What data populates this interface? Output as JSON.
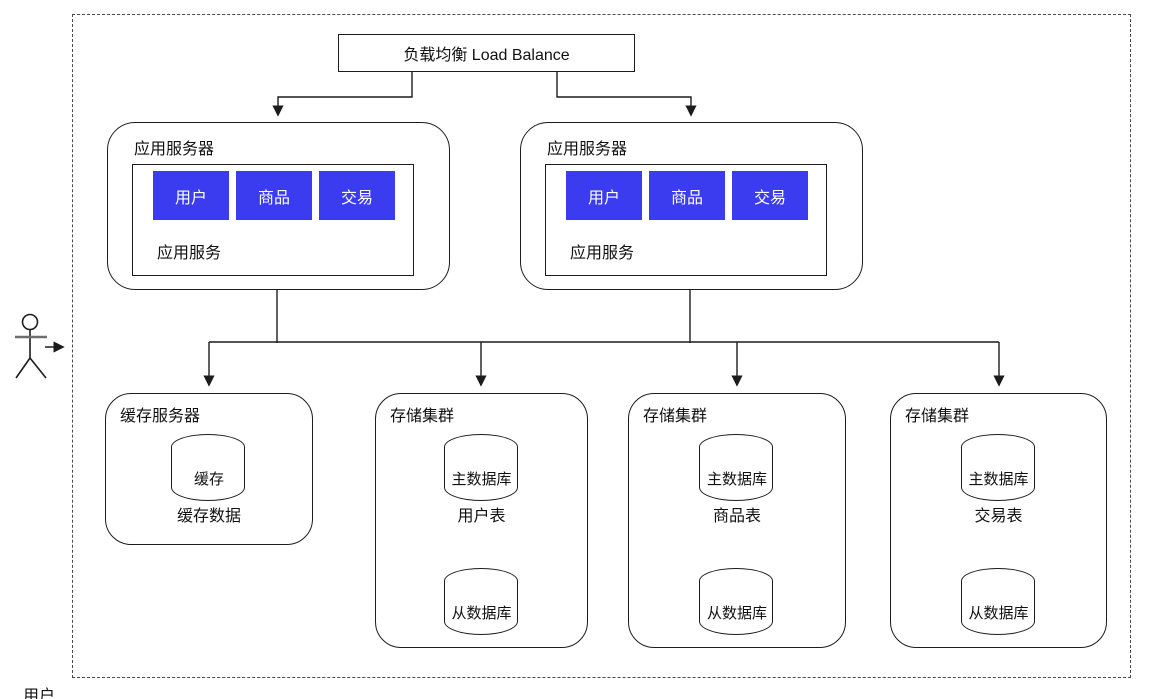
{
  "diagram": {
    "actor": {
      "label": "用户"
    },
    "load_balancer": {
      "label": "负载均衡 Load Balance"
    },
    "app_servers": [
      {
        "title": "应用服务器",
        "inner_label": "应用服务",
        "services": [
          "用户",
          "商品",
          "交易"
        ]
      },
      {
        "title": "应用服务器",
        "inner_label": "应用服务",
        "services": [
          "用户",
          "商品",
          "交易"
        ]
      }
    ],
    "cache_server": {
      "title": "缓存服务器",
      "cylinder": "缓存",
      "caption": "缓存数据"
    },
    "storage_clusters": [
      {
        "title": "存储集群",
        "primary": "主数据库",
        "caption": "用户表",
        "secondary": "从数据库"
      },
      {
        "title": "存储集群",
        "primary": "主数据库",
        "caption": "商品表",
        "secondary": "从数据库"
      },
      {
        "title": "存储集群",
        "primary": "主数据库",
        "caption": "交易表",
        "secondary": "从数据库"
      }
    ],
    "colors": {
      "service_blue": "#3b3bf0",
      "line": "#1c1c1c"
    }
  }
}
